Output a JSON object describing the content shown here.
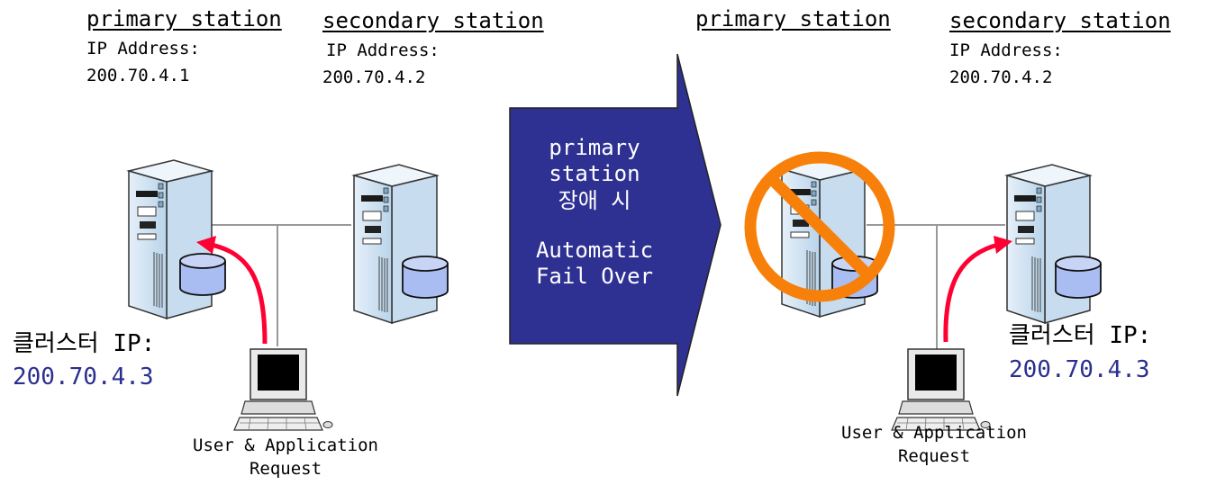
{
  "left": {
    "primary": {
      "title": "primary station",
      "ip_label": "IP Address:",
      "ip": "200.70.4.1"
    },
    "secondary": {
      "title": "secondary station",
      "ip_label": "IP Address:",
      "ip": "200.70.4.2"
    },
    "cluster_label": "클러스터 IP:",
    "cluster_ip": "200.70.4.3",
    "client_line1": "User & Application",
    "client_line2": "Request"
  },
  "arrow": {
    "line1": "primary",
    "line2": "station",
    "line3": "장애 시",
    "line4": "Automatic",
    "line5": "Fail Over"
  },
  "right": {
    "primary": {
      "title": "primary station"
    },
    "secondary": {
      "title": "secondary station",
      "ip_label": "IP Address:",
      "ip": "200.70.4.2"
    },
    "cluster_label": "클러스터 IP:",
    "cluster_ip": "200.70.4.3",
    "client_line1": "User & Application",
    "client_line2": "Request"
  },
  "colors": {
    "arrow_fill": "#2e3192",
    "cluster_ip": "#2a2f8f",
    "redirect_arrow": "#ff0033",
    "prohibit_sign": "#f7800a",
    "server_body": "#cfe3f3"
  }
}
